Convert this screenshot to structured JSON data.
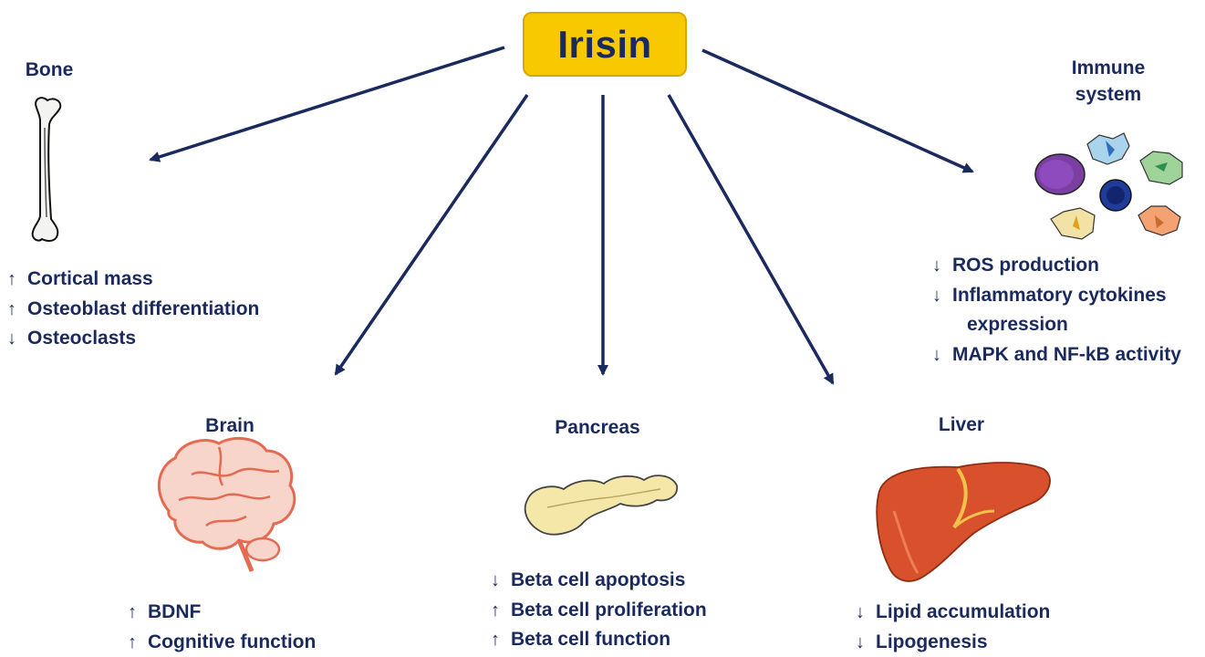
{
  "center": {
    "label": "Irisin"
  },
  "organs": {
    "bone": {
      "label": "Bone",
      "effects": [
        {
          "dir": "↑",
          "text": "Cortical mass"
        },
        {
          "dir": "↑",
          "text": "Osteoblast differentiation"
        },
        {
          "dir": "↓",
          "text": "Osteoclasts"
        }
      ]
    },
    "immune": {
      "label_line1": "Immune",
      "label_line2": "system",
      "effects": [
        {
          "dir": "↓",
          "text": "ROS production"
        },
        {
          "dir": "↓",
          "text": "Inflammatory cytokines"
        },
        {
          "dir": "",
          "text": "expression"
        },
        {
          "dir": "↓",
          "text": "MAPK and NF-kB activity"
        }
      ]
    },
    "brain": {
      "label": "Brain",
      "effects": [
        {
          "dir": "↑",
          "text": "BDNF"
        },
        {
          "dir": "↑",
          "text": "Cognitive function"
        }
      ]
    },
    "pancreas": {
      "label": "Pancreas",
      "effects": [
        {
          "dir": "↓",
          "text": "Beta cell apoptosis"
        },
        {
          "dir": "↑",
          "text": "Beta cell proliferation"
        },
        {
          "dir": "↑",
          "text": "Beta cell function"
        }
      ]
    },
    "liver": {
      "label": "Liver",
      "effects": [
        {
          "dir": "↓",
          "text": "Lipid accumulation"
        },
        {
          "dir": "↓",
          "text": "Lipogenesis"
        }
      ]
    }
  },
  "colors": {
    "arrow": "#1b2a5e",
    "title_fill": "#f9c900",
    "text": "#1b2a5e"
  }
}
